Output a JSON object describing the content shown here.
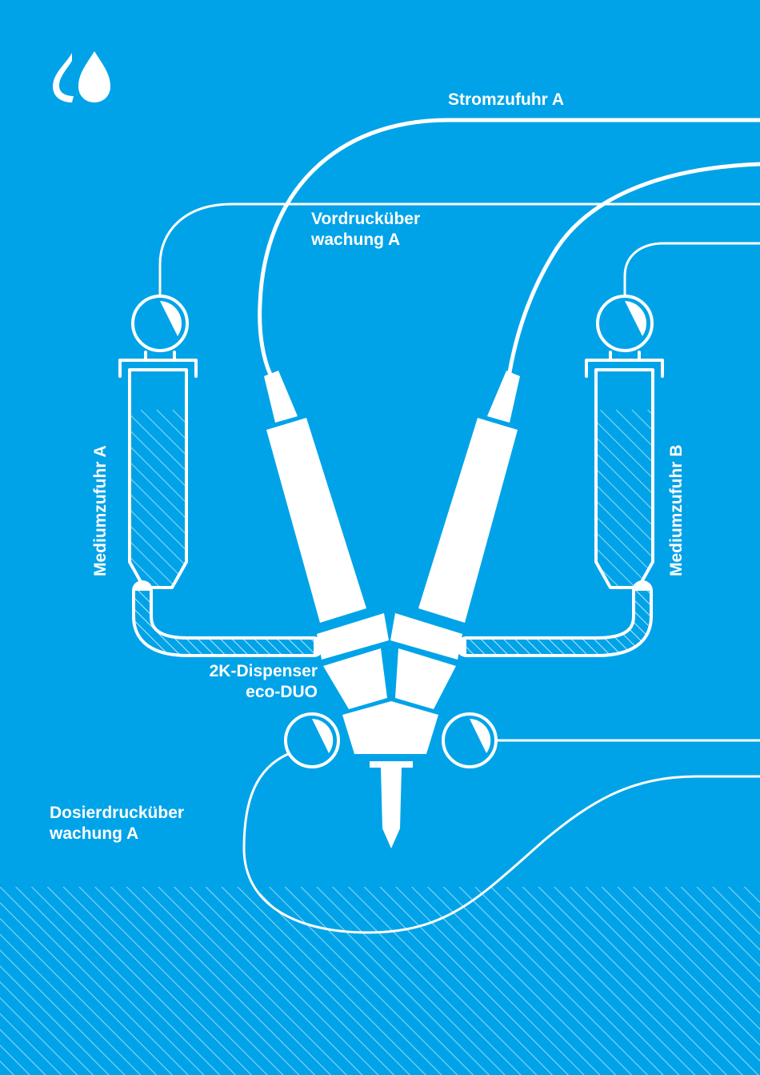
{
  "colors": {
    "background": "#00a3e8",
    "foreground": "#ffffff"
  },
  "logo": {
    "icon": "water-drops-icon"
  },
  "labels": {
    "stromzufuhr": "Stromzufuhr A",
    "vordruck_1": "Vordrucküber",
    "vordruck_2": "wachung A",
    "medium_a": "Mediumzufuhr A",
    "medium_b": "Mediumzufuhr B",
    "dispenser_1": "2K-Dispenser",
    "dispenser_2": "eco-DUO",
    "dosierdruck_1": "Dosierdrucküber",
    "dosierdruck_2": "wachung A"
  }
}
